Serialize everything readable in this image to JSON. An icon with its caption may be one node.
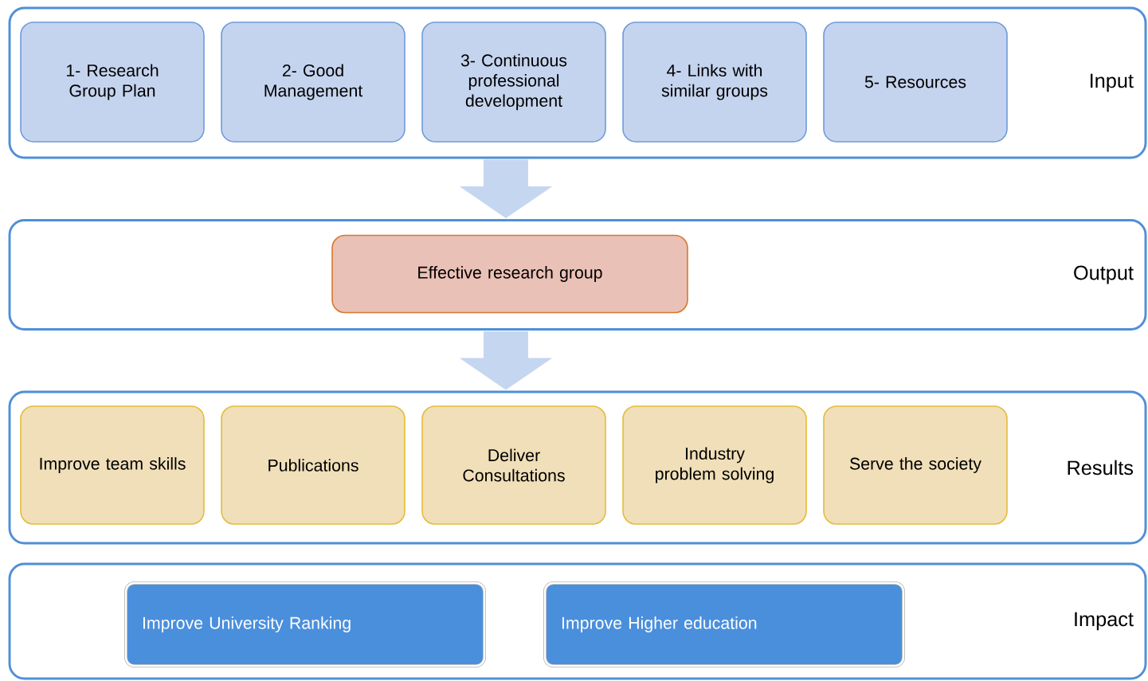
{
  "diagram": {
    "nodes": [
      {
        "text": [
          "Input"
        ]
      },
      {
        "text": [
          "1- Research Group Plan"
        ],
        "in": 0
      },
      {
        "text": [
          "2- Good Management"
        ],
        "in": 0
      },
      {
        "text": [
          "3- Continuous professional development"
        ],
        "in": 0
      },
      {
        "text": [
          "4- Links with similar groups"
        ],
        "in": 0
      },
      {
        "text": [
          "5- Resources"
        ],
        "in": 0
      },
      {
        "text": [
          "Output"
        ]
      },
      {
        "text": [
          "Effective research group"
        ],
        "in": 6
      },
      {
        "text": [
          "Results"
        ]
      },
      {
        "text": [
          "Improve team skills"
        ],
        "in": 8
      },
      {
        "text": [
          "Publications"
        ],
        "in": 8
      },
      {
        "text": [
          "Deliver Consultations"
        ],
        "in": 8
      },
      {
        "text": [
          "Industry problem solving"
        ],
        "in": 8
      },
      {
        "text": [
          "Serve the society"
        ],
        "in": 8
      },
      {
        "text": [
          "Impact"
        ]
      },
      {
        "text": [
          "Improve University Ranking"
        ],
        "in": 14
      },
      {
        "text": [
          "Improve Higher education"
        ],
        "in": 14
      }
    ],
    "edges": [
      {
        "from": 0,
        "to": 6,
        "arrow": "to"
      },
      {
        "from": 6,
        "to": 8,
        "arrow": "to"
      }
    ]
  }
}
